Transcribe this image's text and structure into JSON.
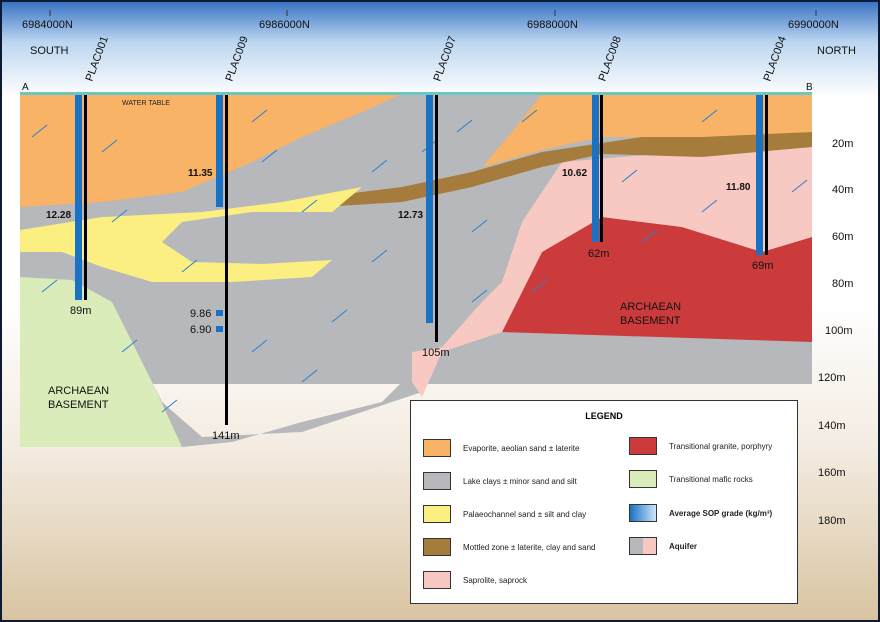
{
  "eastings": [
    "6984000N",
    "6986000N",
    "6988000N",
    "6990000N"
  ],
  "directions": {
    "south": "SOUTH",
    "north": "NORTH",
    "a": "A",
    "b": "B"
  },
  "water_table": "WATER TABLE",
  "holes": [
    {
      "name": "PLAC001",
      "depth": "89m",
      "grade": "12.28"
    },
    {
      "name": "PLAC009",
      "depth": "141m",
      "grade": "11.35",
      "extra_grades": [
        "9.86",
        "6.90"
      ]
    },
    {
      "name": "PLAC007",
      "depth": "105m",
      "grade": "12.73"
    },
    {
      "name": "PLAC008",
      "depth": "62m",
      "grade": "10.62"
    },
    {
      "name": "PLAC004",
      "depth": "69m",
      "grade": "11.80"
    }
  ],
  "depth_ticks": [
    "20m",
    "40m",
    "60m",
    "80m",
    "100m",
    "120m",
    "140m",
    "160m",
    "180m"
  ],
  "basement_labels": {
    "left": [
      "ARCHAEAN",
      "BASEMENT"
    ],
    "right": [
      "ARCHAEAN",
      "BASEMENT"
    ]
  },
  "legend": {
    "title": "LEGEND",
    "items": [
      {
        "label": "Evaporite, aeolian sand ± laterite",
        "color": "#f9b366"
      },
      {
        "label": "Lake clays ± minor sand and silt",
        "color": "#b7b8bb"
      },
      {
        "label": "Palaeochannel sand ± silt and clay",
        "color": "#fbef82"
      },
      {
        "label": "Mottled zone ± laterite, clay and sand",
        "color": "#a67c3c"
      },
      {
        "label": "Saprolite, saprock",
        "color": "#f7c9c2"
      },
      {
        "label": "Transitional granite, porphyry",
        "color": "#cc3b3b"
      },
      {
        "label": "Transitional mafic rocks",
        "color": "#d9ecb9"
      },
      {
        "label": "Average SOP grade (kg/m³)",
        "color": "#1a72c4"
      },
      {
        "label": "Aquifer",
        "color": "#b7b8bb"
      }
    ]
  }
}
